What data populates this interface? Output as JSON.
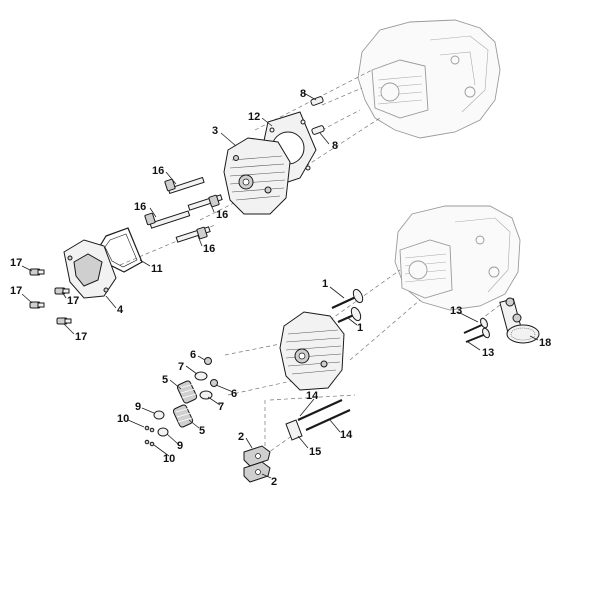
{
  "callouts": {
    "c1a": "1",
    "c1b": "1",
    "c2a": "2",
    "c2b": "2",
    "c3": "3",
    "c4": "4",
    "c5a": "5",
    "c5b": "5",
    "c6a": "6",
    "c6b": "6",
    "c7a": "7",
    "c7b": "7",
    "c8a": "8",
    "c8b": "8",
    "c9a": "9",
    "c9b": "9",
    "c10a": "10",
    "c10b": "10",
    "c11": "11",
    "c12": "12",
    "c13a": "13",
    "c13b": "13",
    "c14a": "14",
    "c14b": "14",
    "c15": "15",
    "c16a": "16",
    "c16b": "16",
    "c16c": "16",
    "c16d": "16",
    "c17a": "17",
    "c17b": "17",
    "c17c": "17",
    "c17d": "17",
    "c18": "18"
  }
}
